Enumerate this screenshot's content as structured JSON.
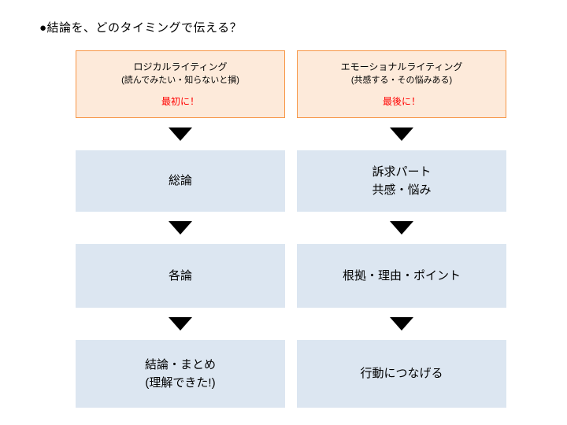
{
  "title": "●結論を、どのタイミングで伝える？",
  "columns": [
    {
      "header": {
        "line1": "ロジカルライティング",
        "line2": "(読んでみたい・知らないと損)",
        "timing": "最初に！"
      },
      "steps": [
        {
          "lines": [
            "総論"
          ]
        },
        {
          "lines": [
            "各論"
          ]
        },
        {
          "lines": [
            "結論・まとめ",
            "(理解できた!)"
          ]
        }
      ]
    },
    {
      "header": {
        "line1": "エモーショナルライティング",
        "line2": "(共感する・その悩みある)",
        "timing": "最後に！"
      },
      "steps": [
        {
          "lines": [
            "訴求パート",
            "共感・悩み"
          ]
        },
        {
          "lines": [
            "根拠・理由・ポイント"
          ]
        },
        {
          "lines": [
            "行動につなげる"
          ]
        }
      ]
    }
  ],
  "colors": {
    "header_bg": "#fdeada",
    "header_border": "#f79646",
    "box_bg": "#dce6f1",
    "timing_color": "#ff0000",
    "arrow_color": "#000000"
  }
}
